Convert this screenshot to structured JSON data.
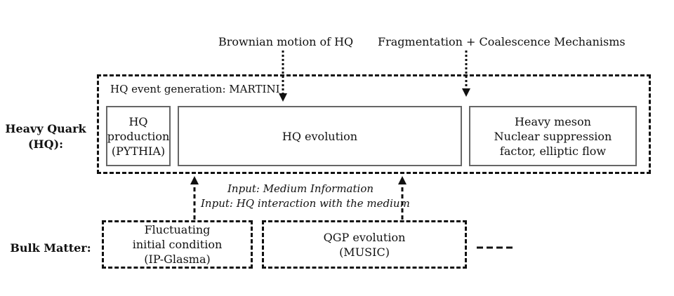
{
  "top_labels": {
    "brownian": "Brownian motion of HQ",
    "fragmentation": "Fragmentation + Coalescence Mechanisms"
  },
  "side_labels": {
    "heavy_quark_line1": "Heavy Quark",
    "heavy_quark_line2": "(HQ):",
    "bulk_matter": "Bulk Matter:"
  },
  "hq_group": {
    "caption": "HQ event generation: MARTINI",
    "production": [
      "HQ",
      "production",
      "(PYTHIA)"
    ],
    "evolution": "HQ evolution",
    "meson": [
      "Heavy meson",
      "Nuclear suppression",
      "factor, elliptic flow"
    ]
  },
  "inputs": {
    "line1": "Input: Medium Information",
    "line2": "Input: HQ interaction with the medium"
  },
  "bulk_group": {
    "initial": [
      "Fluctuating",
      "initial condition",
      "(IP-Glasma)"
    ],
    "qgp": [
      "QGP evolution",
      "(MUSIC)"
    ]
  }
}
